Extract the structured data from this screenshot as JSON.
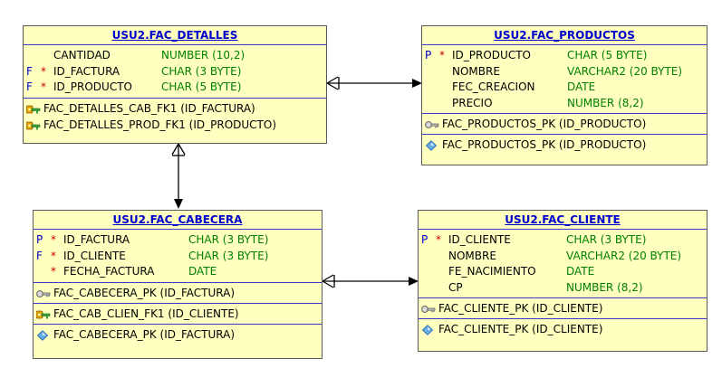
{
  "tables": {
    "detalles": {
      "title": "USU2.FAC_DETALLES",
      "columns": [
        {
          "flag": "",
          "req": "",
          "name": "CANTIDAD",
          "type": "NUMBER (10,2)"
        },
        {
          "flag": "F",
          "req": "*",
          "name": "ID_FACTURA",
          "type": "CHAR (3 BYTE)"
        },
        {
          "flag": "F",
          "req": "*",
          "name": "ID_PRODUCTO",
          "type": "CHAR (5 BYTE)"
        }
      ],
      "foreign_keys": [
        {
          "icon": "foreign-key-icon",
          "text": "FAC_DETALLES_CAB_FK1 (ID_FACTURA)"
        },
        {
          "icon": "foreign-key-icon",
          "text": "FAC_DETALLES_PROD_FK1 (ID_PRODUCTO)"
        }
      ]
    },
    "productos": {
      "title": "USU2.FAC_PRODUCTOS",
      "columns": [
        {
          "flag": "P",
          "req": "*",
          "name": "ID_PRODUCTO",
          "type": "CHAR (5 BYTE)"
        },
        {
          "flag": "",
          "req": "",
          "name": "NOMBRE",
          "type": "VARCHAR2 (20 BYTE)"
        },
        {
          "flag": "",
          "req": "",
          "name": "FEC_CREACION",
          "type": "DATE"
        },
        {
          "flag": "",
          "req": "",
          "name": "PRECIO",
          "type": "NUMBER (8,2)"
        }
      ],
      "primary_key": {
        "icon": "primary-key-icon",
        "text": "FAC_PRODUCTOS_PK (ID_PRODUCTO)"
      },
      "index": {
        "icon": "index-icon",
        "text": "FAC_PRODUCTOS_PK (ID_PRODUCTO)"
      }
    },
    "cabecera": {
      "title": "USU2.FAC_CABECERA",
      "columns": [
        {
          "flag": "P",
          "req": "*",
          "name": "ID_FACTURA",
          "type": "CHAR (3 BYTE)"
        },
        {
          "flag": "F",
          "req": "*",
          "name": "ID_CLIENTE",
          "type": "CHAR (3 BYTE)"
        },
        {
          "flag": "",
          "req": "*",
          "name": "FECHA_FACTURA",
          "type": "DATE"
        }
      ],
      "primary_key": {
        "icon": "primary-key-icon",
        "text": "FAC_CABECERA_PK (ID_FACTURA)"
      },
      "foreign_keys": [
        {
          "icon": "foreign-key-icon",
          "text": "FAC_CAB_CLIEN_FK1 (ID_CLIENTE)"
        }
      ],
      "index": {
        "icon": "index-icon",
        "text": "FAC_CABECERA_PK (ID_FACTURA)"
      }
    },
    "cliente": {
      "title": "USU2.FAC_CLIENTE",
      "columns": [
        {
          "flag": "P",
          "req": "*",
          "name": "ID_CLIENTE",
          "type": "CHAR (3 BYTE)"
        },
        {
          "flag": "",
          "req": "",
          "name": "NOMBRE",
          "type": "VARCHAR2 (20 BYTE)"
        },
        {
          "flag": "",
          "req": "",
          "name": "FE_NACIMIENTO",
          "type": "DATE"
        },
        {
          "flag": "",
          "req": "",
          "name": "CP",
          "type": "NUMBER (8,2)"
        }
      ],
      "primary_key": {
        "icon": "primary-key-icon",
        "text": "FAC_CLIENTE_PK (ID_CLIENTE)"
      },
      "index": {
        "icon": "index-icon",
        "text": "FAC_CLIENTE_PK (ID_CLIENTE)"
      }
    }
  },
  "colors": {
    "table_fill": "#ffffc0",
    "title_text": "#0000cc",
    "flag_text": "#0000cc",
    "required_mark": "#cc0000",
    "type_text": "#008000",
    "connector": "#000000"
  }
}
